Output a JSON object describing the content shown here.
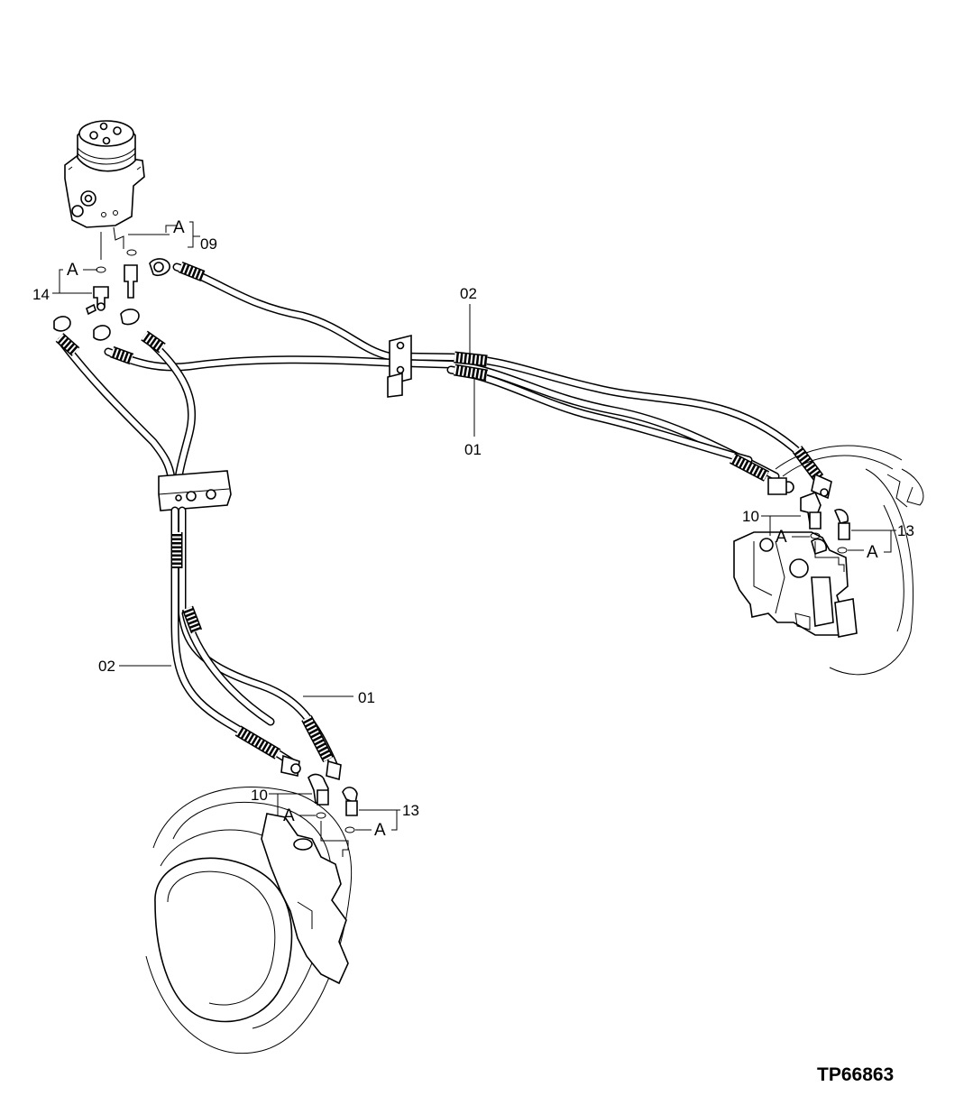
{
  "diagram": {
    "reference_code": "TP66863",
    "callouts": {
      "swivel_09": "09",
      "swivel_14": "14",
      "upper_hose_02": "02",
      "upper_hose_01": "01",
      "right_fitting_10": "10",
      "right_fitting_13": "13",
      "lower_hose_02": "02",
      "lower_hose_01": "01",
      "left_fitting_10": "10",
      "left_fitting_13": "13"
    },
    "seal_marker": "A"
  }
}
